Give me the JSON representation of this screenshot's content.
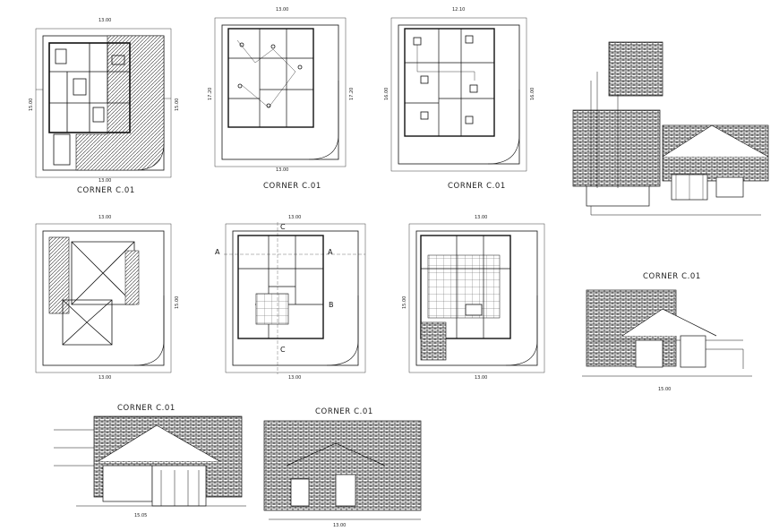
{
  "labels": {
    "corner": "CORNER C.01"
  },
  "dims": {
    "d1300": "13.00",
    "d1500": "15.00",
    "d1210": "12.10",
    "d1720": "17.20",
    "d1600": "16.00",
    "d1505": "15.05"
  },
  "section_marks": {
    "a": "A",
    "b": "B",
    "c": "C"
  }
}
